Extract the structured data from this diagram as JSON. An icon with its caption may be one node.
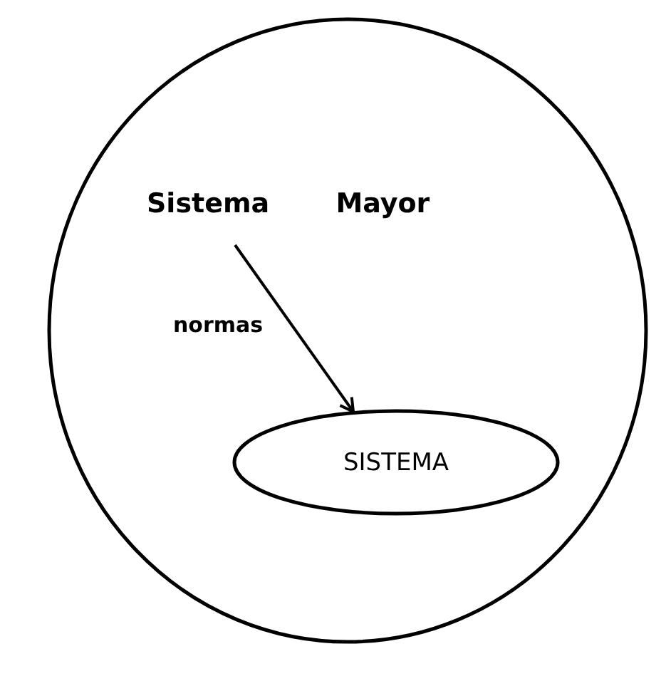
{
  "diagram": {
    "nodes": [
      {
        "text": [],
        "shape": "circle"
      },
      {
        "text": [
          "Sistema Mayor"
        ],
        "in": 0
      },
      {
        "text": [
          "SISTEMA"
        ],
        "in": 0
      }
    ],
    "edges": [
      {
        "from": 1,
        "to": 2,
        "arrow": "to",
        "label": "normas"
      }
    ]
  }
}
